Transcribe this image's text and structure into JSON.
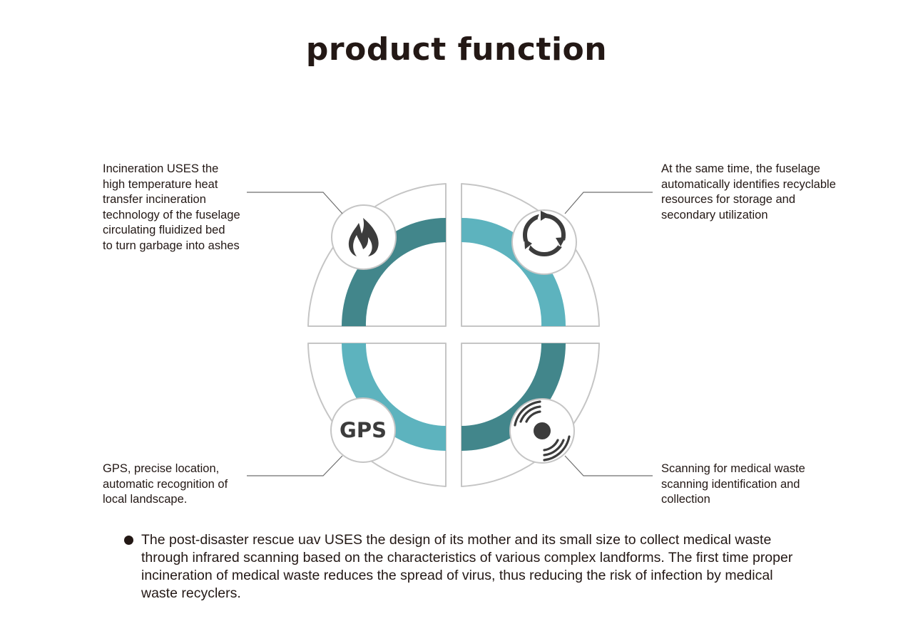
{
  "page": {
    "title": "product  function",
    "summary": "The post-disaster rescue uav USES the design of its mother and its small size to collect medical waste through infrared scanning based on the characteristics of various complex landforms. The first time proper incineration of medical waste reduces the spread of virus, thus reducing the risk of infection by medical waste recyclers."
  },
  "features": {
    "incineration": {
      "icon": "flame-icon",
      "text": "Incineration USES the\nhigh temperature heat\ntransfer incineration\ntechnology of the fuselage\ncirculating fluidized bed\nto turn garbage into ashes"
    },
    "recycling": {
      "icon": "recycle-arrows-icon",
      "text": "At the same time, the fuselage\nautomatically identifies recyclable\nresources for storage and\nsecondary utilization"
    },
    "gps": {
      "icon_label": "GPS",
      "text": "GPS, precise location,\nautomatic recognition of\nlocal landscape."
    },
    "scanning": {
      "icon": "scanning-signal-icon",
      "text": "Scanning for medical waste\nscanning identification and\ncollection"
    }
  },
  "colors": {
    "dark_teal": "#42868B",
    "light_teal": "#5DB3BE",
    "outline_gray": "#C5C5C5",
    "leader_line": "#6E6E6E",
    "icon_dark": "#3C3C3C",
    "text": "#231815"
  }
}
